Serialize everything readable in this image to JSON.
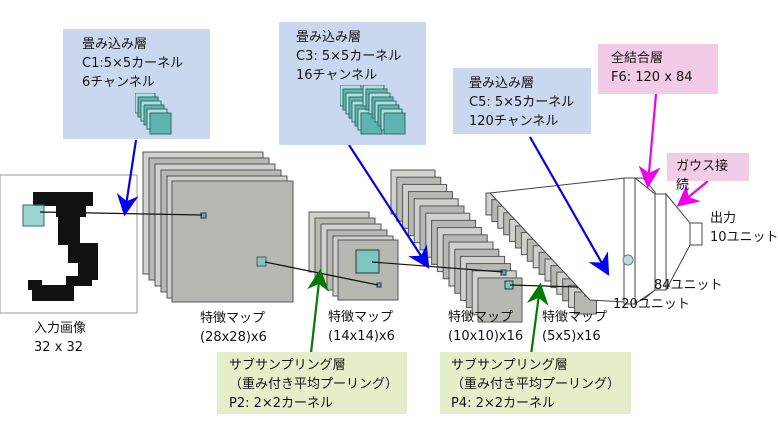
{
  "colors": {
    "conv_box": "#c9d8ef",
    "pool_box": "#e4efc9",
    "fc_box": "#f2cbe6",
    "conv_arrow": "#0000ee",
    "pool_arrow": "#007a00",
    "fc_arrow": "#ee00ee",
    "feature_map": "#b8b8b2",
    "feature_map_back": "#d0d0cc",
    "kernel": "#5fb3b0"
  },
  "boxes": {
    "c1": {
      "line1": "畳み込み層",
      "line2": "C1:5×5カーネル",
      "line3": "6チャンネル"
    },
    "c3": {
      "line1": "畳み込み層",
      "line2": "C3: 5×5カーネル",
      "line3": "16チャンネル"
    },
    "c5": {
      "line1": "畳み込み層",
      "line2": "C5: 5×5カーネル",
      "line3": "120チャンネル"
    },
    "f6": {
      "line1": "全結合層",
      "line2": "F6: 120 x 84"
    },
    "gauss": {
      "line1": "ガウス接続"
    },
    "p2": {
      "line1": "サブサンプリング層",
      "line2": "（重み付き平均プーリング）",
      "line3": "P2: 2×2カーネル"
    },
    "p4": {
      "line1": "サブサンプリング層",
      "line2": "（重み付き平均プーリング）",
      "line3": "P4: 2×2カーネル"
    }
  },
  "labels": {
    "input": {
      "line1": "入力画像",
      "line2": "32 x 32"
    },
    "fm1": {
      "line1": "特徴マップ",
      "line2": "(28x28)x6"
    },
    "fm2": {
      "line1": "特徴マップ",
      "line2": "(14x14)x6"
    },
    "fm3": {
      "line1": "特徴マップ",
      "line2": "(10x10)x16"
    },
    "fm4": {
      "line1": "特徴マップ",
      "line2": "(5x5)x16"
    },
    "u120": "120ユニット",
    "u84": "84ユニット",
    "output": {
      "line1": "出力",
      "line2": "10ユニット"
    }
  }
}
